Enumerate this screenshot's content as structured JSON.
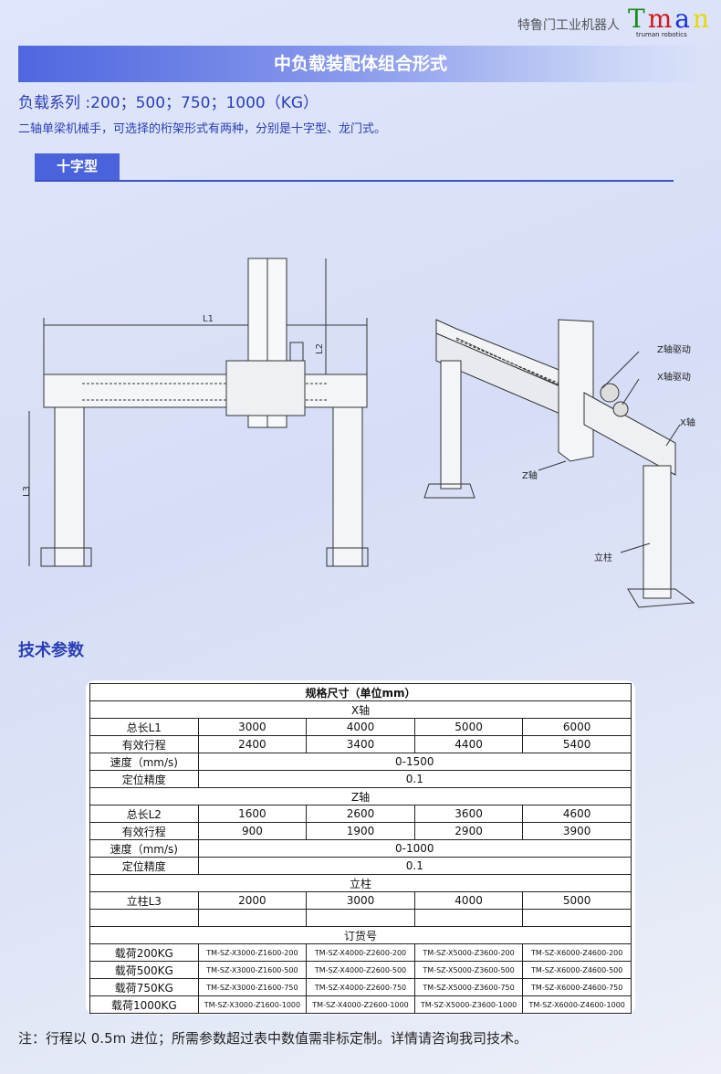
{
  "header": {
    "brand_cn": "特鲁门工业机器人",
    "logo_letters": [
      "T",
      "m",
      "a",
      "n"
    ],
    "logo_colors": [
      "#1a8a1a",
      "#d01818",
      "#1830d8",
      "#e8d800"
    ],
    "logo_sub": "truman robotics"
  },
  "banner": {
    "title": "中负载装配体组合形式"
  },
  "intro": {
    "series": "负载系列 :200；500；750；1000（KG）",
    "description": "二轴单梁机械手，可选择的桁架形式有两种，分别是十字型、龙门式。"
  },
  "type_tab": "十字型",
  "drawing": {
    "front_labels": {
      "l1": "L1",
      "l2": "L2",
      "l3": "L3"
    },
    "iso_labels": {
      "z_drive": "Z轴驱动",
      "x_drive": "X轴驱动",
      "x_axis": "X轴",
      "z_axis": "Z轴",
      "column": "立柱"
    }
  },
  "tech_title": "技术参数",
  "table": {
    "title": "规格尺寸（单位mm）",
    "rows": [
      {
        "section": "X轴"
      },
      {
        "label": "总长L1",
        "cells": [
          "3000",
          "4000",
          "5000",
          "6000"
        ]
      },
      {
        "label": "有效行程",
        "cells": [
          "2400",
          "3400",
          "4400",
          "5400"
        ]
      },
      {
        "label": "速度（mm/s)",
        "span": "0-1500"
      },
      {
        "label": "定位精度",
        "span": "0.1"
      },
      {
        "section": "Z轴"
      },
      {
        "label": "总长L2",
        "cells": [
          "1600",
          "2600",
          "3600",
          "4600"
        ]
      },
      {
        "label": "有效行程",
        "cells": [
          "900",
          "1900",
          "2900",
          "3900"
        ]
      },
      {
        "label": "速度（mm/s)",
        "span": "0-1000"
      },
      {
        "label": "定位精度",
        "span": "0.1"
      },
      {
        "section": "立柱"
      },
      {
        "label": "立柱L3",
        "cells": [
          "2000",
          "3000",
          "4000",
          "5000"
        ]
      },
      {
        "label": "",
        "cells": [
          "",
          "",
          "",
          ""
        ]
      },
      {
        "section": "订货号"
      },
      {
        "label": "载荷200KG",
        "code": true,
        "cells": [
          "TM-SZ-X3000-Z1600-200",
          "TM-SZ-X4000-Z2600-200",
          "TM-SZ-X5000-Z3600-200",
          "TM-SZ-X6000-Z4600-200"
        ]
      },
      {
        "label": "载荷500KG",
        "code": true,
        "cells": [
          "TM-SZ-X3000-Z1600-500",
          "TM-SZ-X4000-Z2600-500",
          "TM-SZ-X5000-Z3600-500",
          "TM-SZ-X6000-Z4600-500"
        ]
      },
      {
        "label": "载荷750KG",
        "code": true,
        "cells": [
          "TM-SZ-X3000-Z1600-750",
          "TM-SZ-X4000-Z2600-750",
          "TM-SZ-X5000-Z3600-750",
          "TM-SZ-X6000-Z4600-750"
        ]
      },
      {
        "label": "载荷1000KG",
        "code": true,
        "cells": [
          "TM-SZ-X3000-Z1600-1000",
          "TM-SZ-X4000-Z2600-1000",
          "TM-SZ-X5000-Z3600-1000",
          "TM-SZ-X6000-Z4600-1000"
        ]
      }
    ]
  },
  "note": "注：行程以 0.5m 进位；所需参数超过表中数值需非标定制。详情请咨询我司技术。"
}
